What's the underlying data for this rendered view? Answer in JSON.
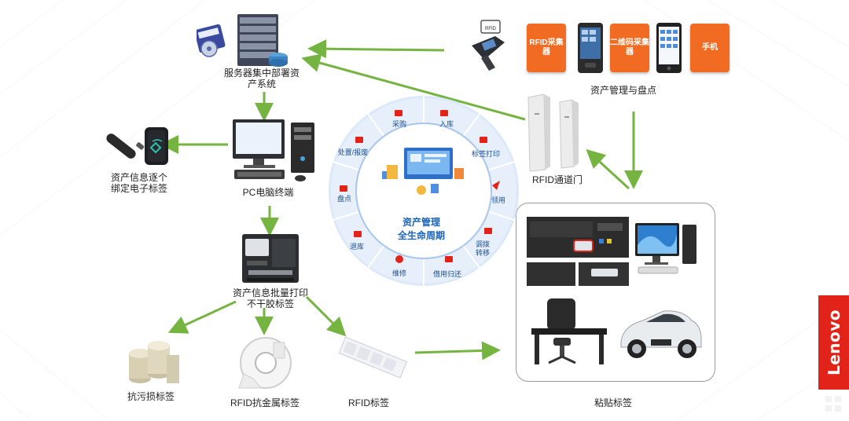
{
  "nodes": {
    "server": "服务器集中部署资产系统",
    "server_l1": "服务器集中部署资",
    "server_l2": "产系统",
    "pc": "PC电脑终端",
    "bind_l1": "资产信息逐个",
    "bind_l2": "绑定电子标签",
    "printer_l1": "资产信息批量打印",
    "printer_l2": "不干胶标签",
    "tag_antifouling": "抗污损标签",
    "tag_antimetal": "RFID抗金属标签",
    "tag_rfid": "RFID标签",
    "inventory": "资产管理与盘点",
    "rfid_gate": "RFID通道门",
    "sticker": "粘贴标签"
  },
  "devices": {
    "rfid_collector": "RFID采集器",
    "qr_collector": "二维码采集器",
    "phone": "手机",
    "scanner_badge": "RFID"
  },
  "lifecycle": {
    "center_l1": "资产管理",
    "center_l2": "全生命周期",
    "segments": [
      "采购",
      "入库",
      "标签打印",
      "领用",
      "调拨转移",
      "借用归还",
      "维修",
      "退库",
      "盘点",
      "处置/报废"
    ],
    "seg_transfer_l1": "调拨",
    "seg_transfer_l2": "转移"
  },
  "brand": {
    "name": "Lenovo",
    "color": "#e2231a"
  },
  "colors": {
    "arrow": "#76b442",
    "ring": "#d6e6f7",
    "ring_text": "#1c4f92",
    "accent_red": "#e2231a"
  },
  "icons": [
    "server-icon",
    "pc-icon",
    "printer-icon",
    "card-reader-icon",
    "label-roll-icon",
    "handheld-scanner-icon",
    "rfid-gate-icon",
    "laptop-icon",
    "desk-chair-icon",
    "car-icon",
    "dashboard-icon"
  ]
}
